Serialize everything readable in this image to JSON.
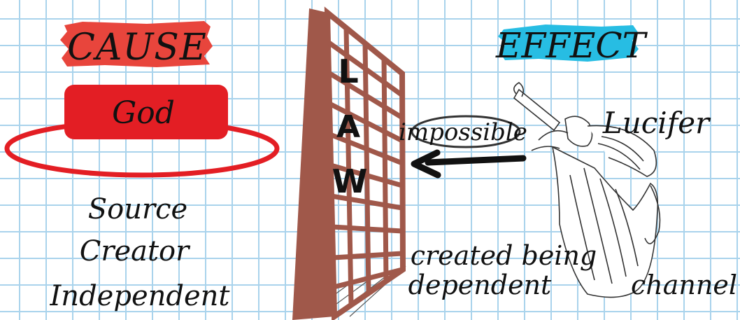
{
  "cause": {
    "heading": "CAUSE",
    "god": "God",
    "attributes": [
      "Source",
      "Creator",
      "Independent"
    ]
  },
  "effect": {
    "heading": "EFFECT",
    "name": "Lucifer",
    "attributes": [
      "created being",
      "dependent",
      "channel"
    ]
  },
  "law": {
    "letters": [
      "L",
      "A",
      "W"
    ]
  },
  "arrow": {
    "label": "impossible"
  },
  "colors": {
    "cause_red": "#e31e24",
    "effect_blue": "#27bde3",
    "wall_brown": "#a0584a",
    "grid_blue": "#a9d3ec"
  },
  "icons": {
    "angel": "trumpeting-angel-icon",
    "arrow": "left-arrow-icon"
  }
}
